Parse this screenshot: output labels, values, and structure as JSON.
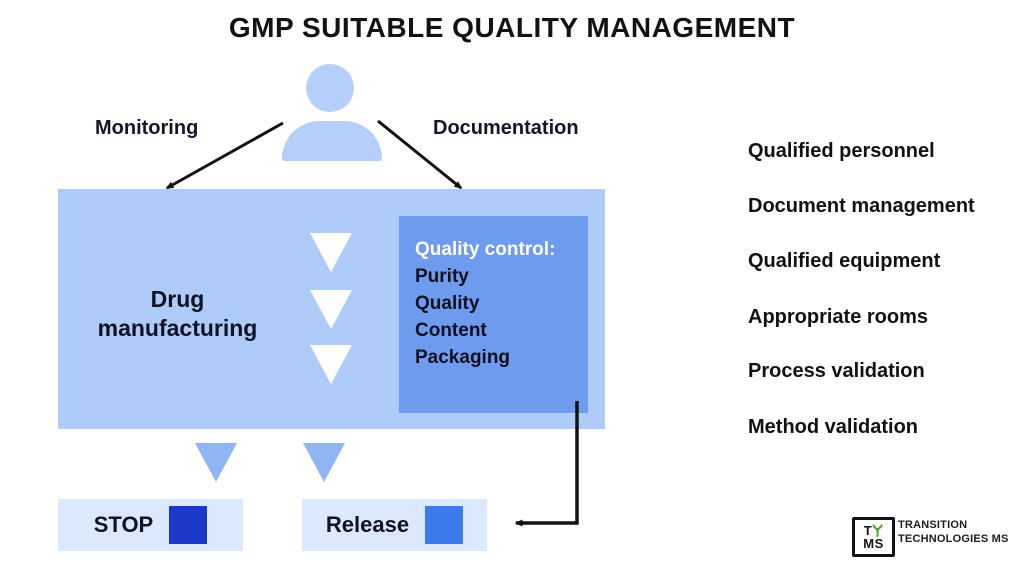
{
  "title": "GMP SUITABLE QUALITY MANAGEMENT",
  "flow": {
    "monitoring_label": "Monitoring",
    "documentation_label": "Documentation",
    "main_box_label": "Drug manufacturing",
    "quality_control": {
      "heading": "Quality control:",
      "items": [
        "Purity",
        "Quality",
        "Content",
        "Packaging"
      ]
    },
    "outcomes": {
      "stop_label": "STOP",
      "release_label": "Release"
    }
  },
  "requirements": [
    "Qualified personnel",
    "Document management",
    "Qualified equipment",
    "Appropriate rooms",
    "Process validation",
    "Method validation"
  ],
  "logo": {
    "monogram_top": "T",
    "monogram_bottom": "MS",
    "company_line1": "TRANSITION",
    "company_line2": "TECHNOLOGIES MS"
  },
  "colors": {
    "panel_blue": "#afccf9",
    "control_blue": "#6f9bef",
    "result_blue": "#dce8fb",
    "triangle_blue": "#90b5f4",
    "person_blue": "#b6cffa",
    "stop_square": "#1d39c9",
    "release_square": "#3c7bea",
    "arrow_black": "#121212",
    "logo_green": "#4aa32e"
  }
}
